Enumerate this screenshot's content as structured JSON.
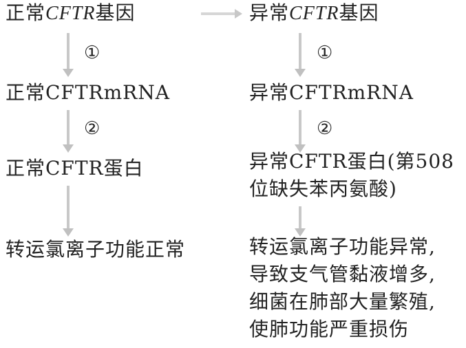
{
  "left": {
    "gene_prefix": "正常",
    "gene_italic": "CFTR",
    "gene_suffix": "基因",
    "mrna": "正常CFTRmRNA",
    "protein": "正常CFTR蛋白",
    "outcome": "转运氯离子功能正常"
  },
  "right": {
    "gene_prefix": "异常",
    "gene_italic": "CFTR",
    "gene_suffix": "基因",
    "mrna": "异常CFTRmRNA",
    "protein_line1": "异常CFTR蛋白(第508",
    "protein_line2": "位缺失苯丙氨酸)",
    "outcome_lines": [
      "转运氯离子功能异常,",
      "导致支气管黏液增多,",
      "细菌在肺部大量繁殖,",
      "使肺功能严重损伤"
    ]
  },
  "steps": {
    "step1": "①",
    "step2": "②"
  }
}
